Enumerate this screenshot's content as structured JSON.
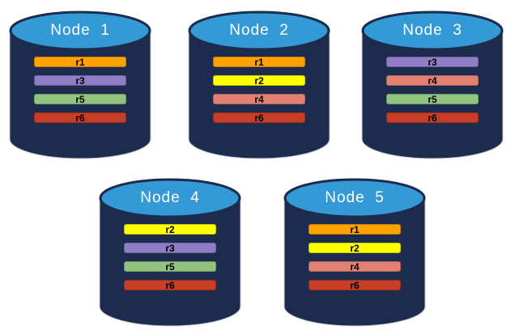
{
  "colors": {
    "cylinder_body": "#1C2B4E",
    "cylinder_top": "#339AD5",
    "title_text": "#FFFFFF",
    "bar_text": "#000000",
    "replicas": {
      "r1": "#FFA202",
      "r2": "#FFFF00",
      "r3": "#8F7EC5",
      "r4": "#E08173",
      "r5": "#92C47F",
      "r6": "#C83D25"
    }
  },
  "nodes": [
    {
      "title": "Node  1",
      "bars": [
        {
          "label": "r1",
          "color": "#FFA202"
        },
        {
          "label": "r3",
          "color": "#8F7EC5"
        },
        {
          "label": "r5",
          "color": "#92C47F"
        },
        {
          "label": "r6",
          "color": "#C83D25"
        }
      ]
    },
    {
      "title": "Node  2",
      "bars": [
        {
          "label": "r1",
          "color": "#FFA202"
        },
        {
          "label": "r2",
          "color": "#FFFF00"
        },
        {
          "label": "r4",
          "color": "#E08173"
        },
        {
          "label": "r6",
          "color": "#C83D25"
        }
      ]
    },
    {
      "title": "Node  3",
      "bars": [
        {
          "label": "r3",
          "color": "#8F7EC5"
        },
        {
          "label": "r4",
          "color": "#E08173"
        },
        {
          "label": "r5",
          "color": "#92C47F"
        },
        {
          "label": "r6",
          "color": "#C83D25"
        }
      ]
    },
    {
      "title": "Node  4",
      "bars": [
        {
          "label": "r2",
          "color": "#FFFF00"
        },
        {
          "label": "r3",
          "color": "#8F7EC5"
        },
        {
          "label": "r5",
          "color": "#92C47F"
        },
        {
          "label": "r6",
          "color": "#C83D25"
        }
      ]
    },
    {
      "title": "Node  5",
      "bars": [
        {
          "label": "r1",
          "color": "#FFA202"
        },
        {
          "label": "r2",
          "color": "#FFFF00"
        },
        {
          "label": "r4",
          "color": "#E08173"
        },
        {
          "label": "r6",
          "color": "#C83D25"
        }
      ]
    }
  ]
}
